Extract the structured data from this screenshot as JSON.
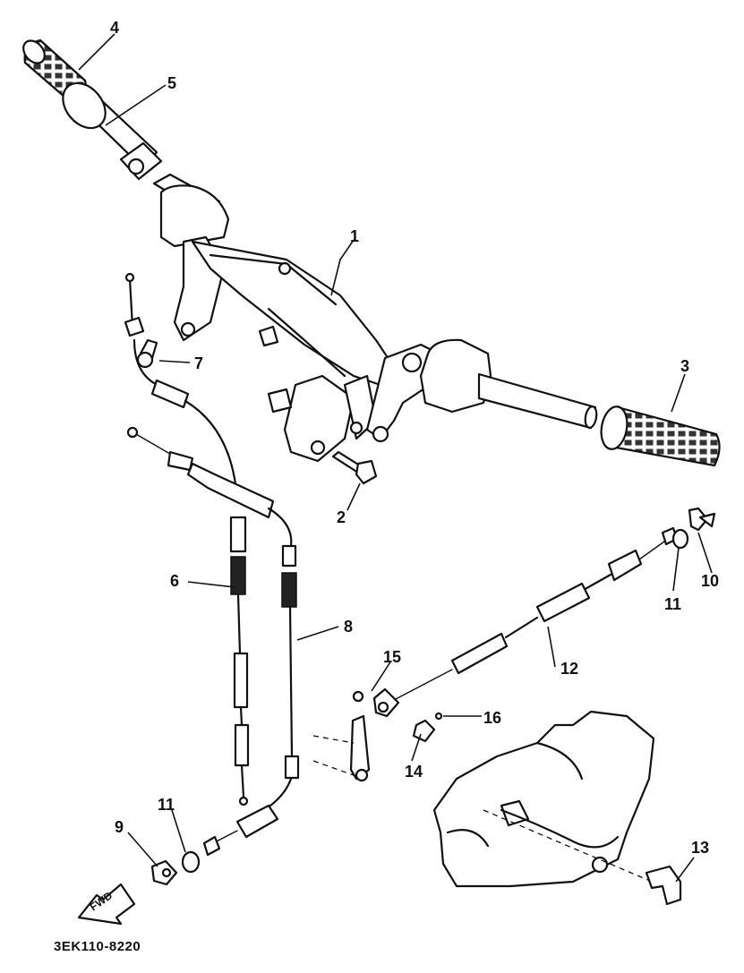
{
  "callouts": {
    "c1": "1",
    "c2": "2",
    "c3": "3",
    "c4": "4",
    "c5": "5",
    "c6": "6",
    "c7": "7",
    "c8": "8",
    "c9": "9",
    "c10": "10",
    "c11a": "11",
    "c11b": "11",
    "c12": "12",
    "c13": "13",
    "c14": "14",
    "c15": "15",
    "c16": "16"
  },
  "fwd_label": "FWD",
  "diagram_code": "3EK110-8220"
}
